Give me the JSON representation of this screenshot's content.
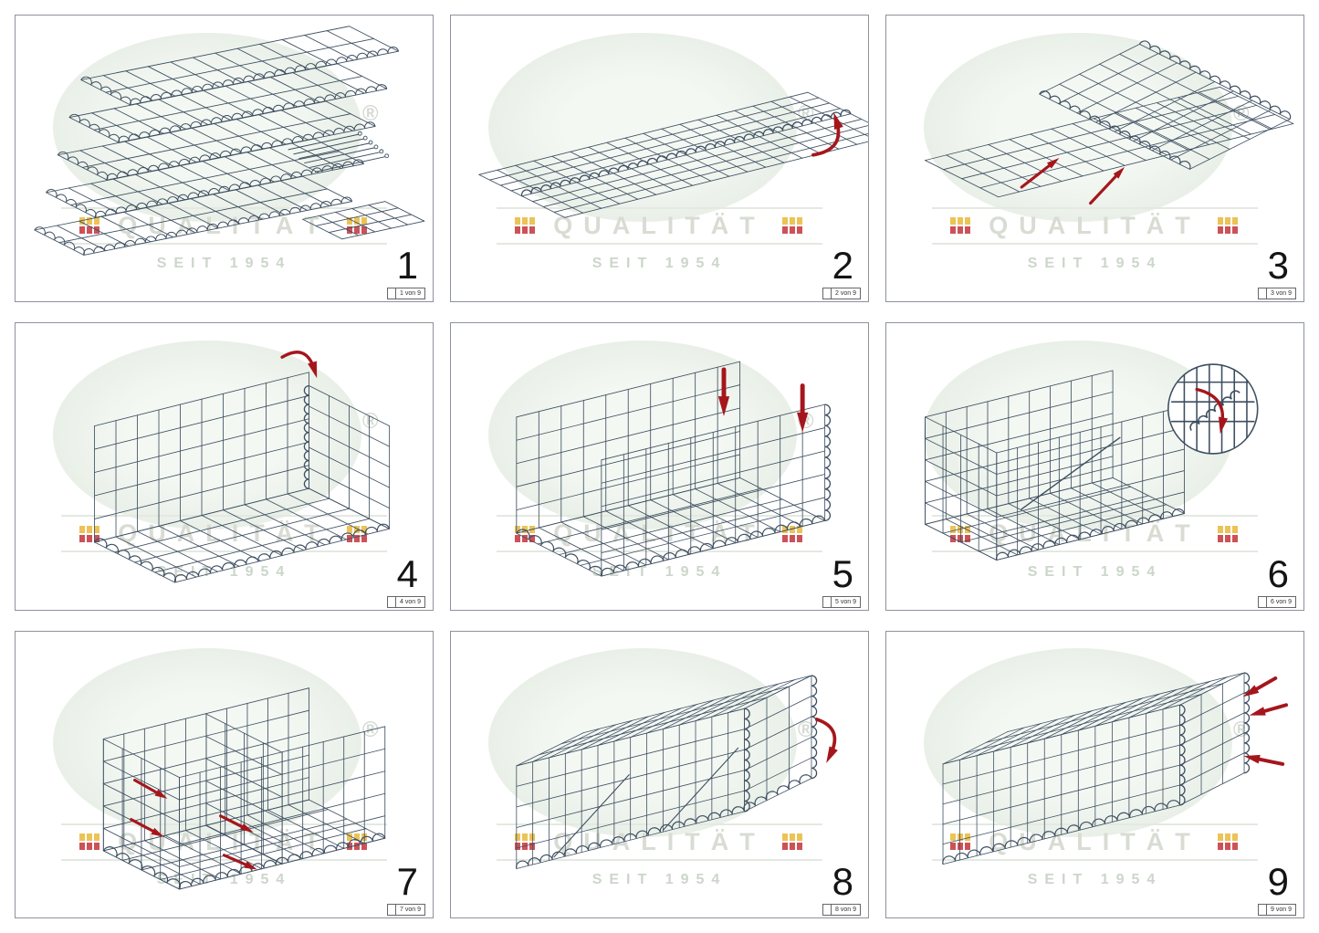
{
  "watermark": {
    "brand": "QUALITÄT",
    "since": "SEIT 1954",
    "registered": "®"
  },
  "steps": [
    {
      "number": "1",
      "page": "1 von 9"
    },
    {
      "number": "2",
      "page": "2 von 9"
    },
    {
      "number": "3",
      "page": "3 von 9"
    },
    {
      "number": "4",
      "page": "4 von 9"
    },
    {
      "number": "5",
      "page": "5 von 9"
    },
    {
      "number": "6",
      "page": "6 von 9"
    },
    {
      "number": "7",
      "page": "7 von 9"
    },
    {
      "number": "8",
      "page": "8 von 9"
    },
    {
      "number": "9",
      "page": "9 von 9"
    }
  ],
  "colors": {
    "mesh": "#3d4e60",
    "arrow": "#a5161c",
    "watermark_fill": "#ebf1ea",
    "watermark_text": "#d8dcd3",
    "logo_yellow": "#e8b93a",
    "logo_red": "#c5343c"
  }
}
